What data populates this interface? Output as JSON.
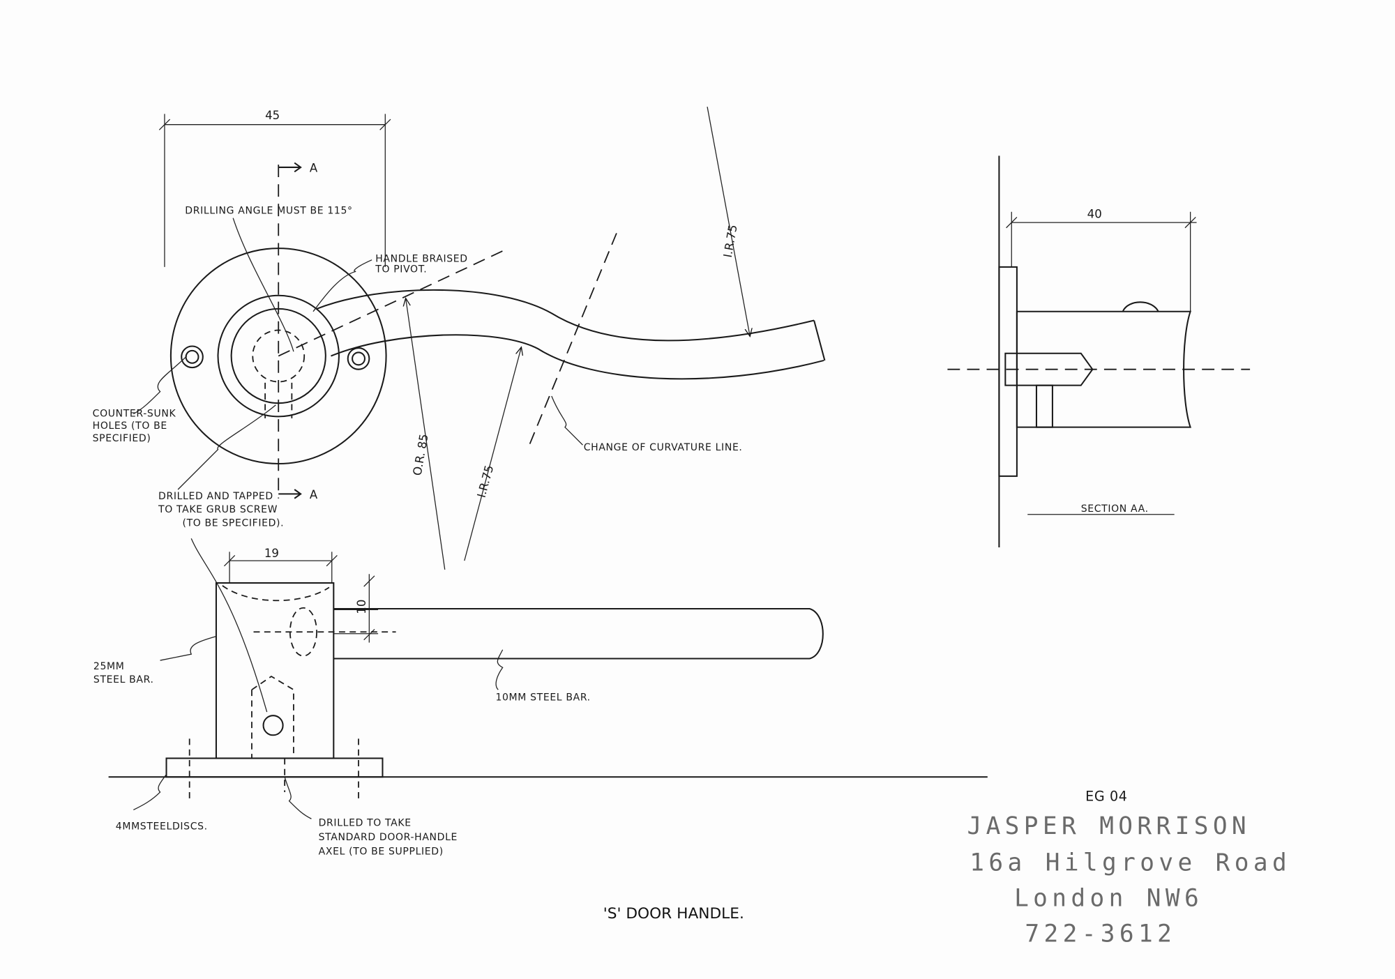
{
  "drawing": {
    "title": "'S' DOOR HANDLE.",
    "dimensions": {
      "rosette_width": "45",
      "section_width": "40",
      "block_width": "19",
      "bar_diameter": "10",
      "outer_radius": "O.R. 85",
      "inner_radius_lower": "I.R.75",
      "inner_radius_upper": "I.R.75"
    },
    "section_markers": {
      "top": "A",
      "bottom": "A"
    },
    "notes": {
      "drilling_angle": "DRILLING ANGLE MUST BE 115°",
      "handle_braised_1": "HANDLE BRAISED",
      "handle_braised_2": "TO PIVOT.",
      "countersunk_1": "COUNTER-SUNK",
      "countersunk_2": "HOLES (TO BE",
      "countersunk_3": "SPECIFIED)",
      "drilled_tapped_1": "DRILLED AND TAPPED",
      "drilled_tapped_2": "TO TAKE GRUB SCREW",
      "drilled_tapped_3": "(TO BE SPECIFIED).",
      "curvature": "CHANGE OF CURVATURE LINE.",
      "section_label": "SECTION AA.",
      "steel_bar_25_1": "25MM",
      "steel_bar_25_2": "STEEL BAR.",
      "steel_bar_10": "10MM STEEL BAR.",
      "discs": "4MMSTEELDISCS.",
      "axel_1": "DRILLED TO TAKE",
      "axel_2": "STANDARD DOOR-HANDLE",
      "axel_3": "AXEL (TO BE SUPPLIED)"
    },
    "ref": "EG 04",
    "stamp": {
      "name": "JASPER MORRISON",
      "address": "16a Hilgrove Road",
      "city": "London NW6",
      "phone": "722-3612"
    }
  }
}
